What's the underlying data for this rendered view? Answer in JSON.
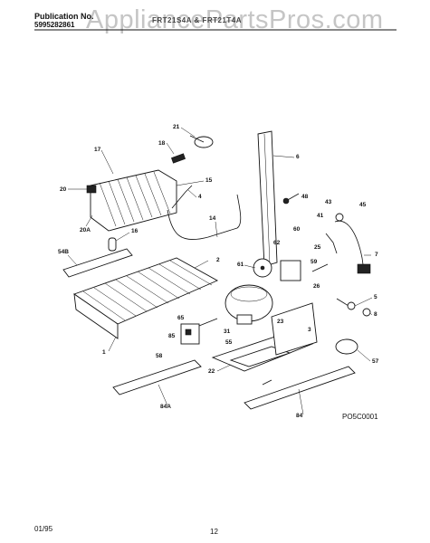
{
  "header": {
    "publication_label": "Publication No.",
    "publication_number": "5995282861",
    "models": "FRT21S4A & FRT21T4A",
    "watermark": "AppliancePartsPros.com"
  },
  "footer": {
    "date": "01/95",
    "page": "12",
    "diagram_code": "PO5C0001"
  },
  "callouts": [
    "21",
    "18",
    "15",
    "17",
    "20",
    "20A",
    "4",
    "14",
    "16",
    "54B",
    "6",
    "48",
    "43",
    "45",
    "41",
    "2",
    "60",
    "62",
    "61",
    "25",
    "7",
    "59",
    "26",
    "5",
    "8",
    "1",
    "23",
    "85",
    "31",
    "55",
    "65",
    "58",
    "3",
    "57",
    "22",
    "84A",
    "84"
  ]
}
